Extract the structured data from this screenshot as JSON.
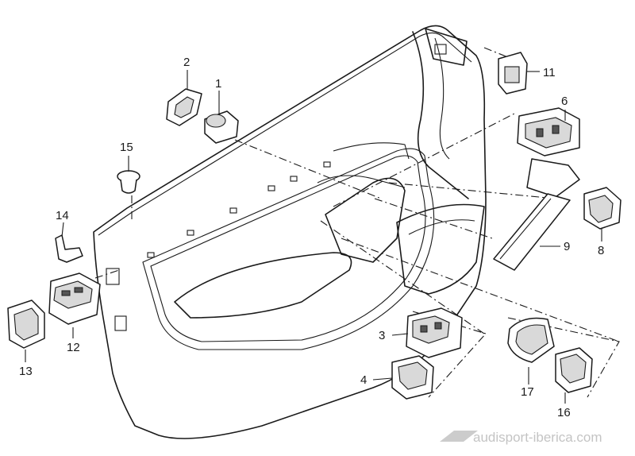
{
  "callouts": {
    "n1": "1",
    "n2": "2",
    "n3": "3",
    "n4": "4",
    "n6": "6",
    "n8": "8",
    "n9": "9",
    "n11": "11",
    "n12": "12",
    "n13": "13",
    "n14": "14",
    "n15": "15",
    "n16": "16",
    "n17": "17"
  },
  "watermark": {
    "text": "audisport-iberica.com"
  }
}
